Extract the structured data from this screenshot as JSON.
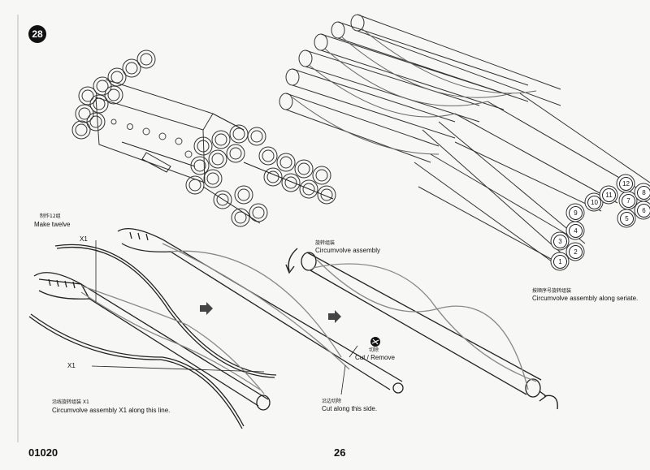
{
  "step_number": "28",
  "footer": {
    "code": "01020",
    "page": "26"
  },
  "labels": {
    "make_twelve_zh": "制作12组",
    "make_twelve_en": "Make twelve",
    "x1_top": "X1",
    "x1_bottom": "X1",
    "circumvolve_zh": "旋转组装",
    "circumvolve_en": "Circumvolve assembly",
    "along_seriate_zh": "按顺序号旋转组装",
    "along_seriate_en": "Circumvolve assembly along seriate.",
    "cut_remove_zh": "切除",
    "cut_remove_en": "Cut / Remove",
    "x1_line_zh": "沿线旋转组装 X1",
    "x1_line_en": "Circumvolve assembly X1 along this line.",
    "cut_side_zh": "沿边切除",
    "cut_side_en": "Cut along this side."
  },
  "tube_numbers": [
    "1",
    "2",
    "3",
    "4",
    "5",
    "6",
    "7",
    "8",
    "9",
    "10",
    "11",
    "12"
  ],
  "icons": [
    "arrow-right-icon",
    "arrow-right-icon",
    "rotate-arrow-icon",
    "rotate-arrow-icon",
    "cut-icon"
  ]
}
